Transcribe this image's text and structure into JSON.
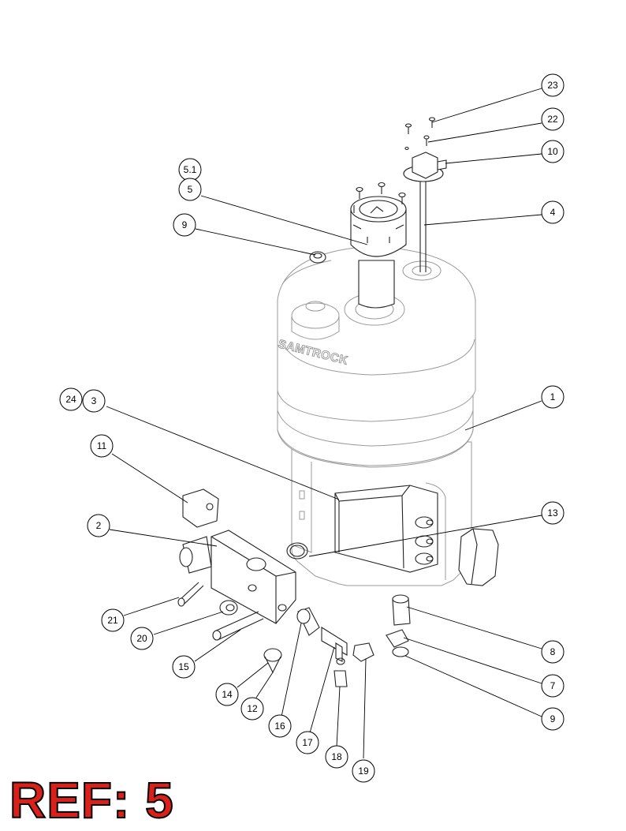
{
  "ref_label": "REF: 5",
  "brand_text": "SAMTROCK",
  "callouts": [
    {
      "id": "c23",
      "label": "23"
    },
    {
      "id": "c22",
      "label": "22"
    },
    {
      "id": "c10",
      "label": "10"
    },
    {
      "id": "c4",
      "label": "4"
    },
    {
      "id": "c51",
      "label": "5.1"
    },
    {
      "id": "c5",
      "label": "5"
    },
    {
      "id": "c9a",
      "label": "9"
    },
    {
      "id": "c1",
      "label": "1"
    },
    {
      "id": "c24",
      "label": "24"
    },
    {
      "id": "c3",
      "label": "3"
    },
    {
      "id": "c11",
      "label": "11"
    },
    {
      "id": "c2",
      "label": "2"
    },
    {
      "id": "c13",
      "label": "13"
    },
    {
      "id": "c21",
      "label": "21"
    },
    {
      "id": "c20",
      "label": "20"
    },
    {
      "id": "c15",
      "label": "15"
    },
    {
      "id": "c14",
      "label": "14"
    },
    {
      "id": "c12",
      "label": "12"
    },
    {
      "id": "c16",
      "label": "16"
    },
    {
      "id": "c17",
      "label": "17"
    },
    {
      "id": "c18",
      "label": "18"
    },
    {
      "id": "c19",
      "label": "19"
    },
    {
      "id": "c8",
      "label": "8"
    },
    {
      "id": "c7",
      "label": "7"
    },
    {
      "id": "c9b",
      "label": "9"
    }
  ],
  "colors": {
    "ref_label": "#d9211b",
    "line": "#222222",
    "tank": "#9a9a9a"
  }
}
